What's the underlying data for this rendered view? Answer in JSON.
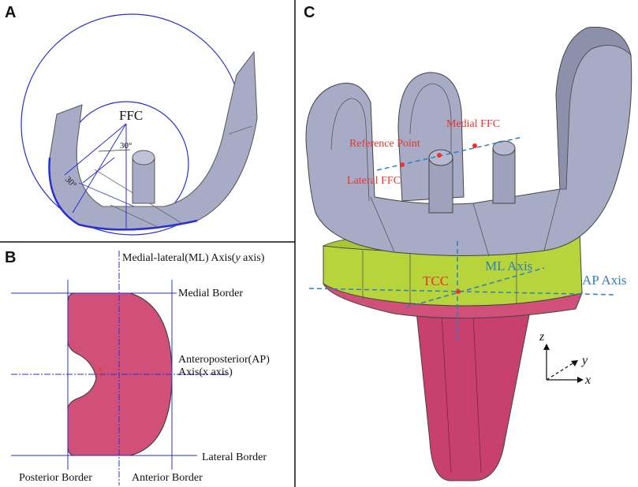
{
  "panels": {
    "a": {
      "letter": "A",
      "ffc_label": "FFC",
      "angle_label_1": "30°",
      "angle_label_2": "30°"
    },
    "b": {
      "letter": "B",
      "ml_axis_prefix": "Medial-lateral(ML) Axis(",
      "ml_axis_var": "y",
      "ml_axis_suffix": " axis)",
      "medial_border": "Medial Border",
      "ap_axis_line1": "Anteroposterior(AP)",
      "ap_axis_line2": "Axis(x axis)",
      "lateral_border": "Lateral Border",
      "posterior_border": "Posterior Border",
      "anterior_border": "Anterior Border"
    },
    "c": {
      "letter": "C",
      "medial_ffc": "Medial FFC",
      "reference_point": "Reference Point",
      "lateral_ffc": "Lateral FFC",
      "tcc": "TCC",
      "ml_axis": "ML Axis",
      "ap_axis": "AP Axis",
      "axis_z": "z",
      "axis_y": "y",
      "axis_x": "x"
    }
  },
  "colors": {
    "implant_gray": "#a8abc6",
    "implant_dark": "#7d809e",
    "insert_green": "#b7d43b",
    "tibia_pink": "#c8406e",
    "baseplate_pink": "#d0507a",
    "outline_blue": "#2a2fd0",
    "axis_blue": "#2f7fc0",
    "marker_red": "#e8342b"
  }
}
